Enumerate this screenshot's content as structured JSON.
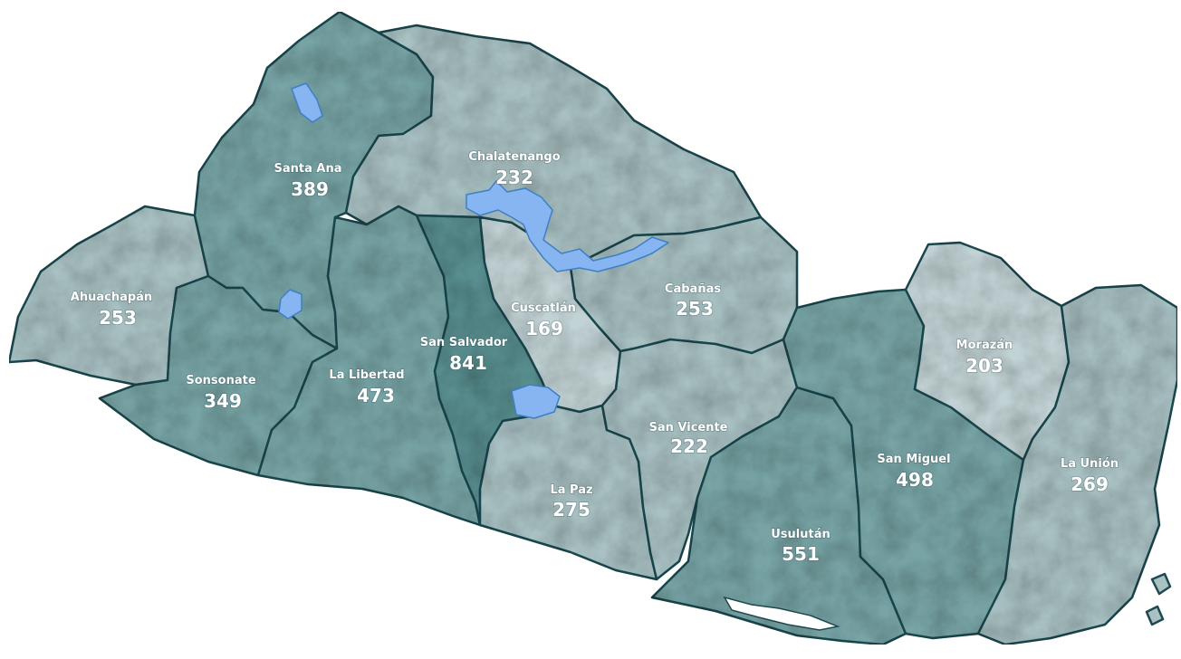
{
  "departments": [
    {
      "id": "santa-ana",
      "name": "Santa Ana",
      "value": "389",
      "shade": "mid"
    },
    {
      "id": "chalatenango",
      "name": "Chalatenango",
      "value": "232",
      "shade": "light"
    },
    {
      "id": "ahuachapan",
      "name": "Ahuachapán",
      "value": "253",
      "shade": "light"
    },
    {
      "id": "sonsonate",
      "name": "Sonsonate",
      "value": "349",
      "shade": "mid"
    },
    {
      "id": "la-libertad",
      "name": "La Libertad",
      "value": "473",
      "shade": "mid"
    },
    {
      "id": "san-salvador",
      "name": "San Salvador",
      "value": "841",
      "shade": "dark"
    },
    {
      "id": "cuscatlan",
      "name": "Cuscatlán",
      "value": "169",
      "shade": "pale"
    },
    {
      "id": "cabanas",
      "name": "Cabañas",
      "value": "253",
      "shade": "light"
    },
    {
      "id": "la-paz",
      "name": "La Paz",
      "value": "275",
      "shade": "light"
    },
    {
      "id": "san-vicente",
      "name": "San Vicente",
      "value": "222",
      "shade": "light"
    },
    {
      "id": "usulutan",
      "name": "Usulután",
      "value": "551",
      "shade": "mid"
    },
    {
      "id": "san-miguel",
      "name": "San Miguel",
      "value": "498",
      "shade": "mid"
    },
    {
      "id": "morazan",
      "name": "Morazán",
      "value": "203",
      "shade": "pale"
    },
    {
      "id": "la-union",
      "name": "La Unión",
      "value": "269",
      "shade": "light"
    }
  ],
  "colors": {
    "pale": "#c2d3d5",
    "light": "#a9c1c3",
    "mid": "#78a4a6",
    "dark": "#5a8f90",
    "water": "#87b5f2",
    "border": "#1f4950"
  }
}
